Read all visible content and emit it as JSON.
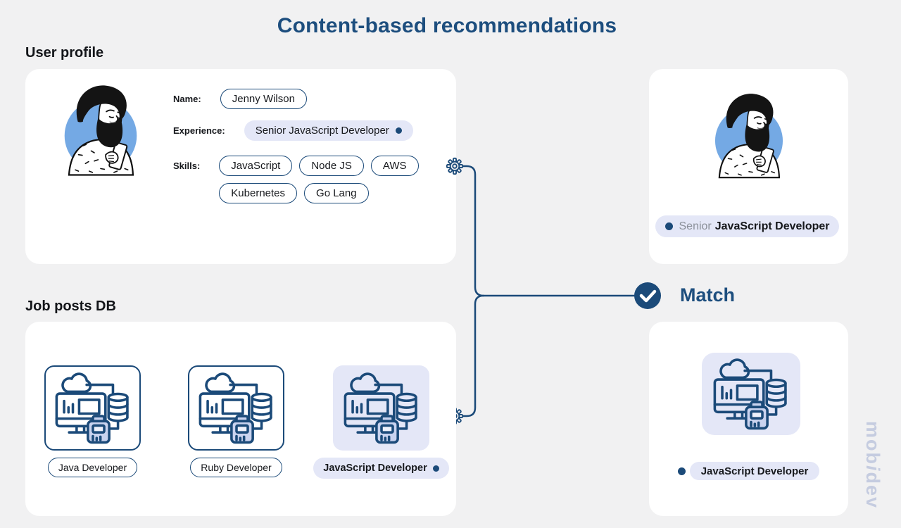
{
  "title": "Content-based recommendations",
  "user_profile": {
    "heading": "User profile",
    "name_label": "Name:",
    "name_value": "Jenny Wilson",
    "experience_label": "Experience:",
    "experience_value": "Senior JavaScript Developer",
    "skills_label": "Skills:",
    "skills": [
      "JavaScript",
      "Node JS",
      "AWS",
      "Kubernetes",
      "Go Lang"
    ]
  },
  "job_posts_db": {
    "heading": "Job posts DB",
    "jobs": [
      {
        "label": "Java Developer",
        "highlighted": false
      },
      {
        "label": "Ruby Developer",
        "highlighted": false
      },
      {
        "label": "JavaScript Developer",
        "highlighted": true
      }
    ]
  },
  "match": {
    "label": "Match"
  },
  "matched_candidate": {
    "seniority": "Senior",
    "role": "JavaScript Developer"
  },
  "matched_job": {
    "label": "JavaScript Developer"
  },
  "watermark": {
    "pre": "mob",
    "i": "i",
    "post": "dev"
  },
  "colors": {
    "accent": "#1d4e7e",
    "line": "#1b4a79",
    "pill_fill": "#e4e7f7",
    "device_fill": "#c9d3ef",
    "avatar_circle": "#74a9e4",
    "background": "#f1f1f2",
    "card": "#ffffff",
    "muted_text": "#8b9099",
    "dark_text": "#17191d",
    "watermark": "#c5cce0"
  }
}
